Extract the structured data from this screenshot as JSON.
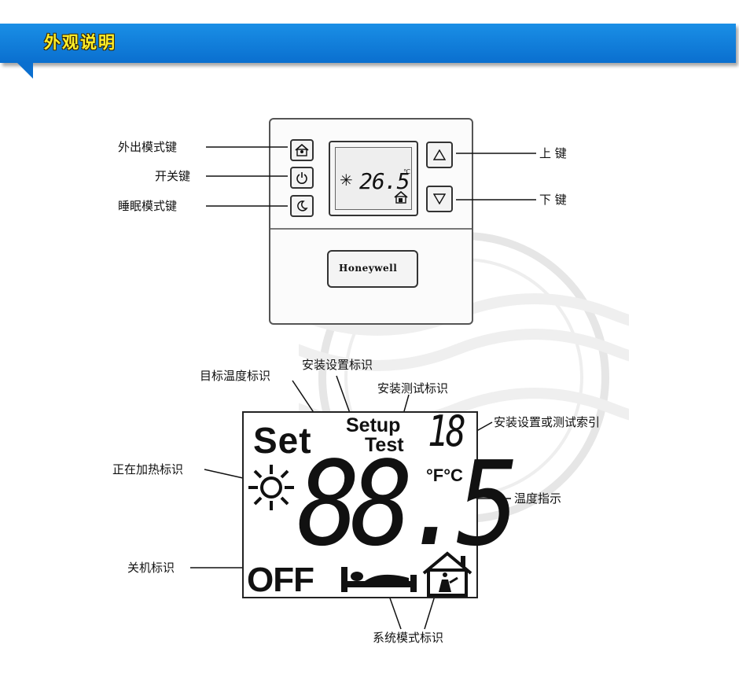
{
  "header": {
    "title": "外观说明",
    "accent": "#0a6fcf",
    "title_color": "#ffef2a"
  },
  "device": {
    "screen_temp": "26.5",
    "screen_unit": "℃",
    "logo": "Honeywell",
    "buttons": {
      "away": "house-icon",
      "power": "power-icon",
      "sleep": "moon-icon",
      "up": "up-triangle-icon",
      "down": "down-triangle-icon"
    }
  },
  "labels": {
    "away_key": "外出模式键",
    "power_key": "开关键",
    "sleep_key": "睡眠模式键",
    "up_key": "上 键",
    "down_key": "下 键",
    "target_temp": "目标温度标识",
    "setup_mark": "安装设置标识",
    "test_mark": "安装测试标识",
    "index_mark": "安装设置或测试索引",
    "heating_mark": "正在加热标识",
    "temp_indicator": "温度指示",
    "off_mark": "关机标识",
    "system_mode": "系统模式标识"
  },
  "lcd": {
    "set": "Set",
    "setup": "Setup",
    "test": "Test",
    "index": "18",
    "unit": "°F°C",
    "temp": "88.5",
    "off": "OFF"
  }
}
